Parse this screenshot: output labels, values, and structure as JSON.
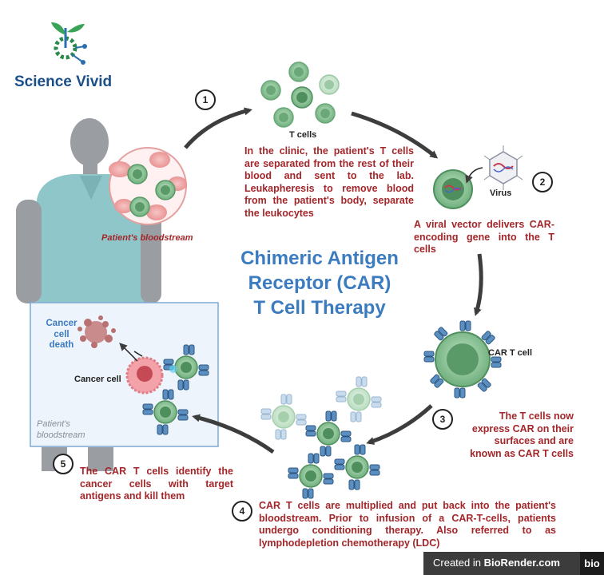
{
  "brand": {
    "name": "Science Vivid"
  },
  "title": {
    "line1": "Chimeric Antigen",
    "line2": "Receptor (CAR)",
    "line3": "T Cell Therapy"
  },
  "labels": {
    "t_cells": "T cells",
    "virus": "Virus",
    "car_t_cell": "CAR T cell",
    "patients_bloodstream": "Patient's bloodstream",
    "cancer_cell_death": [
      "Cancer",
      "cell",
      "death"
    ],
    "cancer_cell": "Cancer cell",
    "patients_bloodstream_box": [
      "Patient's",
      "bloodstream"
    ]
  },
  "steps": [
    {
      "number": "1",
      "text": "In the clinic, the patient's T cells are separated from the rest of their blood and sent to the lab. Leukapheresis to remove blood from the patient's body, separate the leukocytes"
    },
    {
      "number": "2",
      "text": "A viral vector delivers CAR-encoding gene into the T cells"
    },
    {
      "number": "3",
      "text": "The T cells now express CAR on their surfaces and are known as CAR T cells"
    },
    {
      "number": "4",
      "text": "CAR T cells are multiplied and put back into the patient's bloodstream. Prior to infusion of a CAR-T-cells, patients undergo conditioning therapy. Also referred to as lymphodepletion chemotherapy (LDC)"
    },
    {
      "number": "5",
      "text": "The CAR T cells identify the cancer cells with target antigens and kill them"
    }
  ],
  "footer": {
    "prefix": "Created in",
    "brand": "BioRender.com",
    "logo": "bio"
  },
  "colors": {
    "title": "#3b7bbf",
    "step_text": "#a3262a",
    "cell_green": "#7fbf8c",
    "receptor_blue": "#3a6fa0",
    "box_bg": "#eef4fb"
  }
}
